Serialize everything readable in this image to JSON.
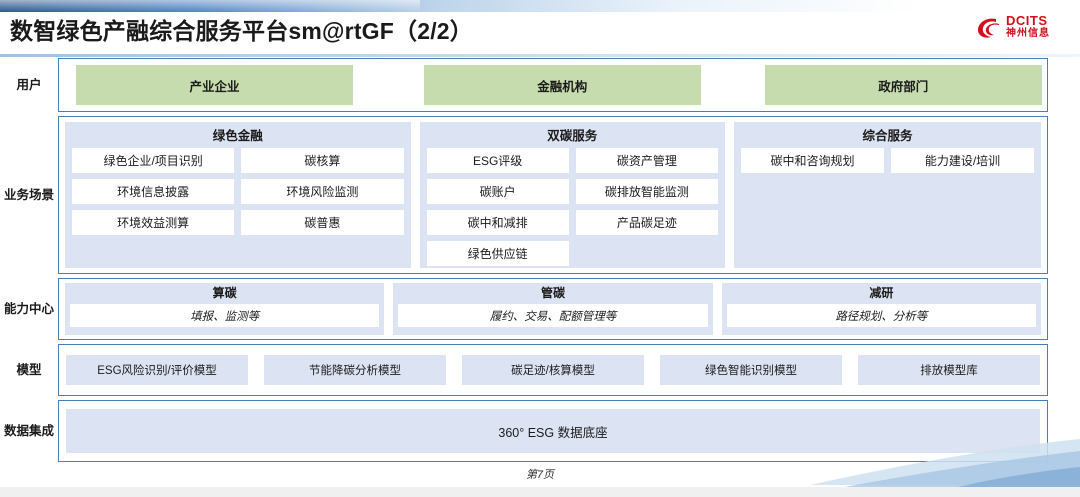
{
  "header": {
    "title": "数智绿色产融综合服务平台sm@rtGF（2/2）",
    "logo_en": "DCITS",
    "logo_cn": "神州信息"
  },
  "rows": {
    "user": {
      "label": "用户",
      "chips": [
        "产业企业",
        "金融机构",
        "政府部门"
      ]
    },
    "scenario": {
      "label": "业务场景",
      "columns": [
        {
          "title": "绿色金融",
          "items": [
            "绿色企业/项目识别",
            "碳核算",
            "环境信息披露",
            "环境风险监测",
            "环境效益测算",
            "碳普惠"
          ]
        },
        {
          "title": "双碳服务",
          "items": [
            "ESG评级",
            "碳资产管理",
            "碳账户",
            "碳排放智能监测",
            "碳中和减排",
            "产品碳足迹",
            "绿色供应链"
          ]
        },
        {
          "title": "综合服务",
          "items": [
            "碳中和咨询规划",
            "能力建设/培训"
          ]
        }
      ]
    },
    "capability": {
      "label": "能力中心",
      "columns": [
        {
          "title": "算碳",
          "sub": "填报、监测等"
        },
        {
          "title": "管碳",
          "sub": "履约、交易、配额管理等"
        },
        {
          "title": "减研",
          "sub": "路径规划、分析等"
        }
      ]
    },
    "model": {
      "label": "模型",
      "items": [
        "ESG风险识别/评价模型",
        "节能降碳分析模型",
        "碳足迹/核算模型",
        "绿色智能识别模型",
        "排放模型库"
      ]
    },
    "data": {
      "label": "数据集成",
      "band": "360° ESG 数据底座"
    }
  },
  "footer": {
    "page": "第7页"
  },
  "colors": {
    "panel_blue": "#dce3f2",
    "chip_green": "#c6dcae",
    "border_blue": "#4a7ebb",
    "brand_red": "#d0111b"
  }
}
